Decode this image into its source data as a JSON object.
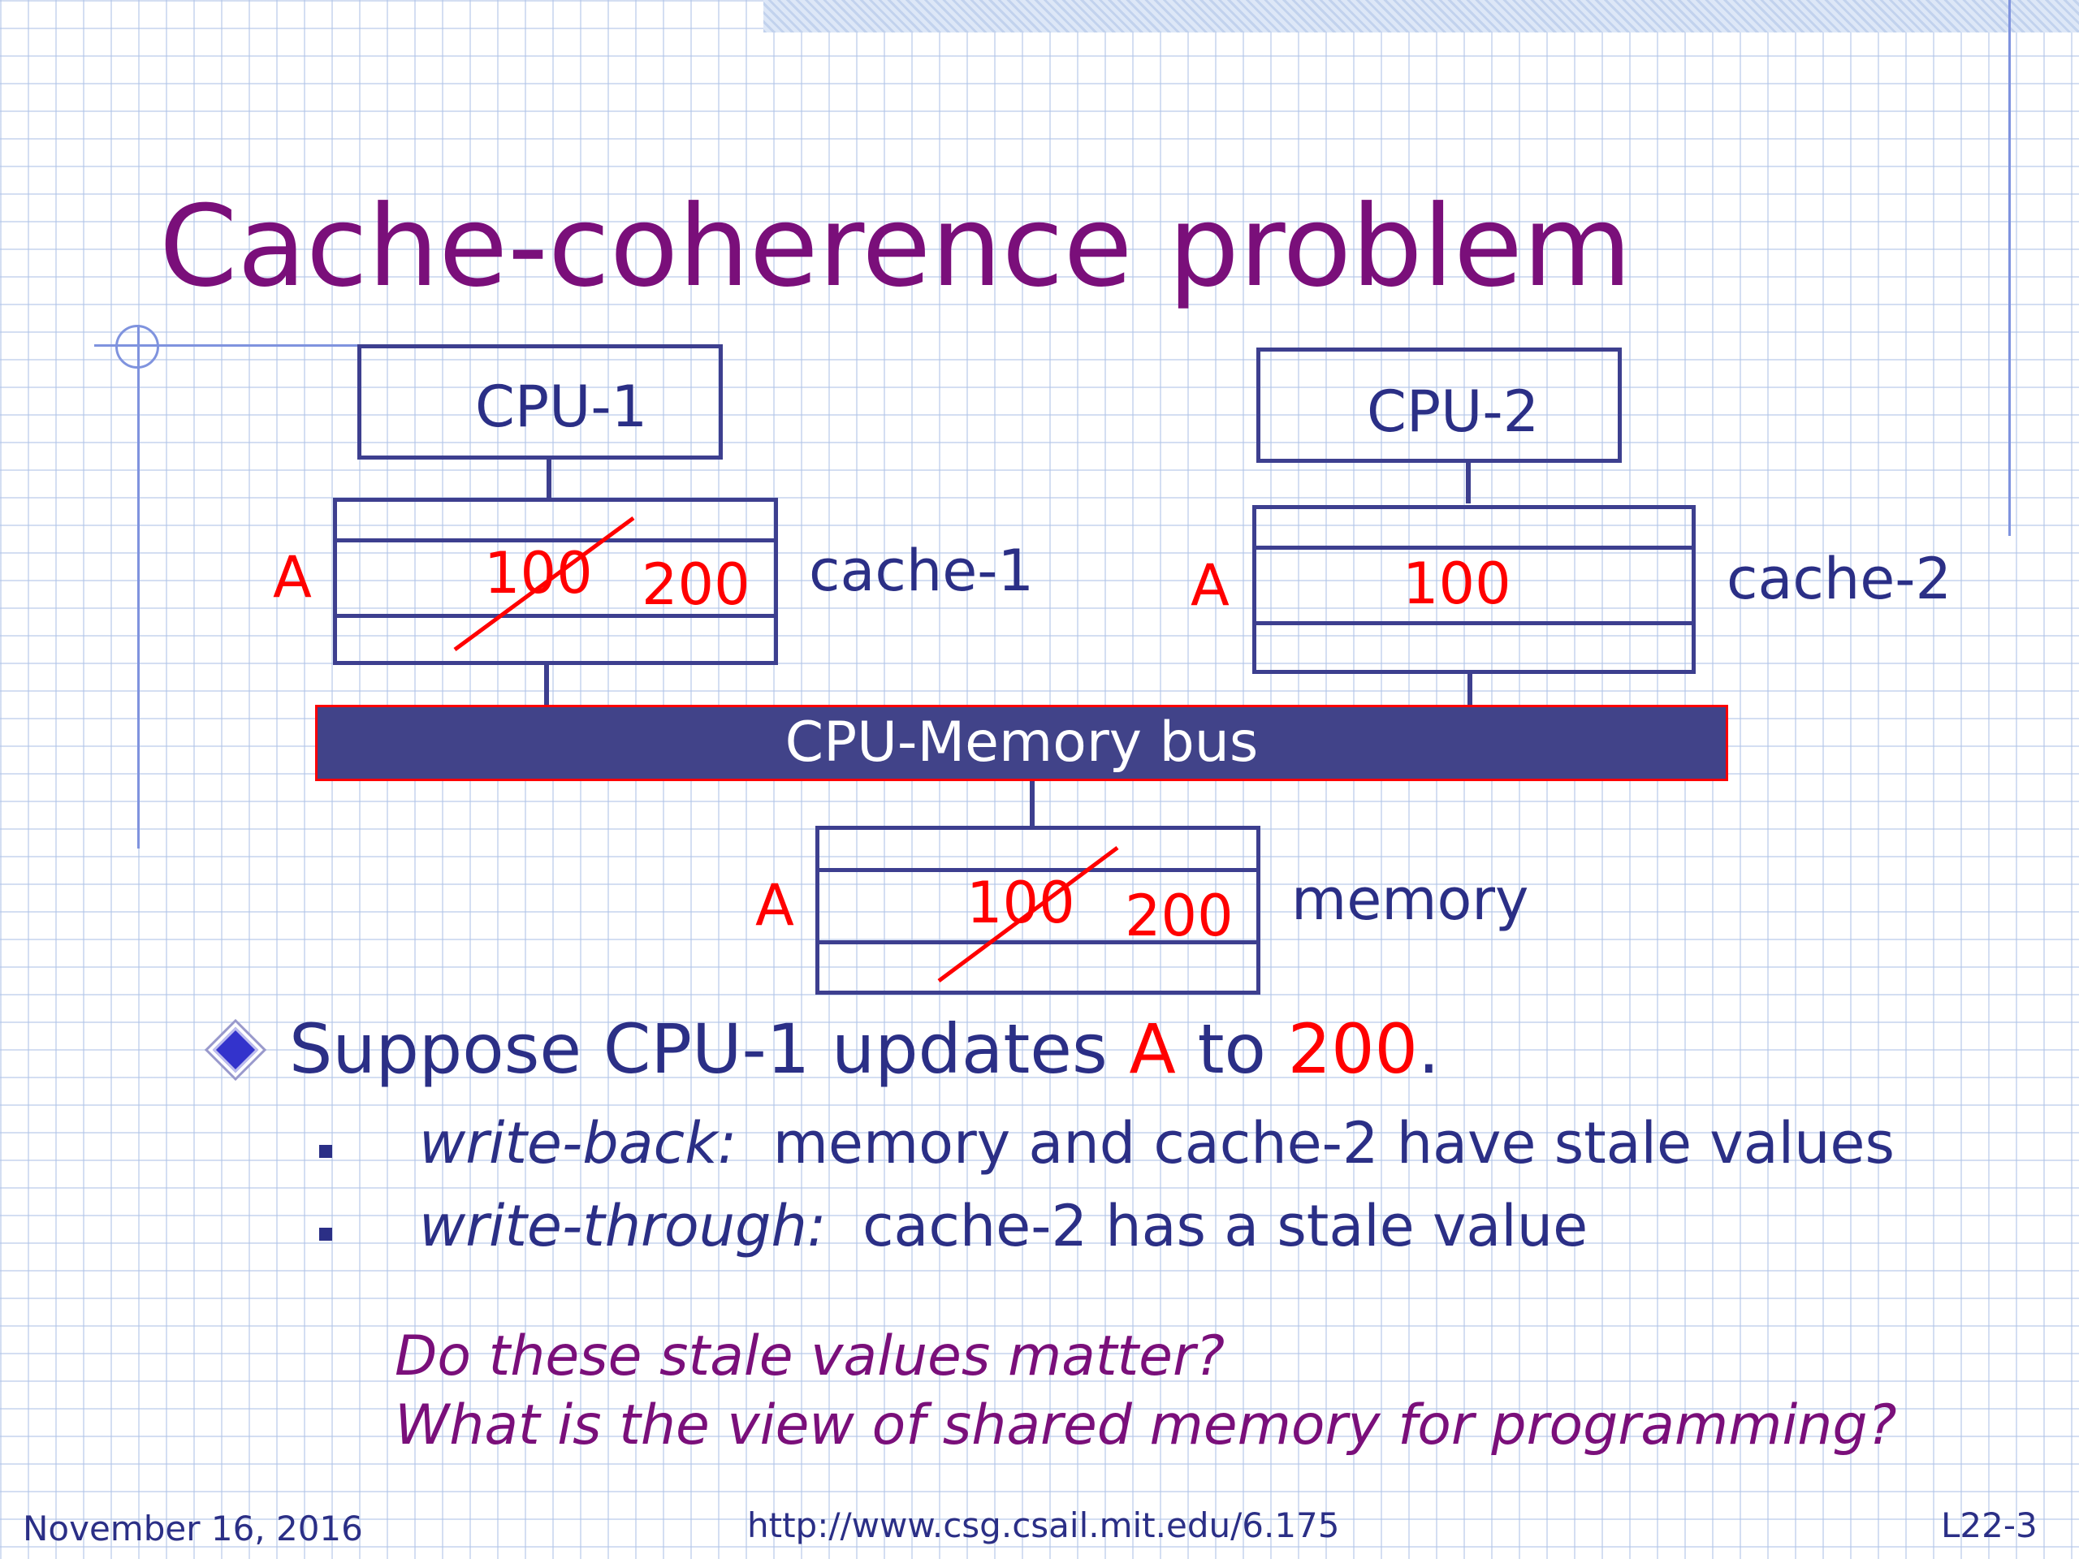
{
  "title": "Cache-coherence problem",
  "cpu1": {
    "label": "CPU-1"
  },
  "cpu2": {
    "label": "CPU-2"
  },
  "cache1": {
    "label": "cache-1",
    "row_label": "A",
    "old_value": "100",
    "new_value": "200"
  },
  "cache2": {
    "label": "cache-2",
    "row_label": "A",
    "value": "100"
  },
  "bus": {
    "label": "CPU-Memory bus"
  },
  "memory": {
    "label": "memory",
    "row_label": "A",
    "old_value": "100",
    "new_value": "200"
  },
  "bullet": {
    "pre": "Suppose CPU-1 updates ",
    "var": "A",
    "mid": " to ",
    "val": "200",
    "post": "."
  },
  "sub_bullets": [
    {
      "term": "write-back:",
      "text": "memory and cache-2 have stale values"
    },
    {
      "term": "write-through:",
      "text": "cache-2 has a stale value"
    }
  ],
  "questions": [
    "Do these stale values matter?",
    "What is the view of shared memory for programming?"
  ],
  "footer": {
    "date": "November 16, 2016",
    "url": "http://www.csg.csail.mit.edu/6.175",
    "page": "L22-3"
  },
  "colors": {
    "title": "#7a0f7a",
    "text": "#2b2f86",
    "highlight": "#ff0000",
    "bus_fill": "#414389"
  }
}
